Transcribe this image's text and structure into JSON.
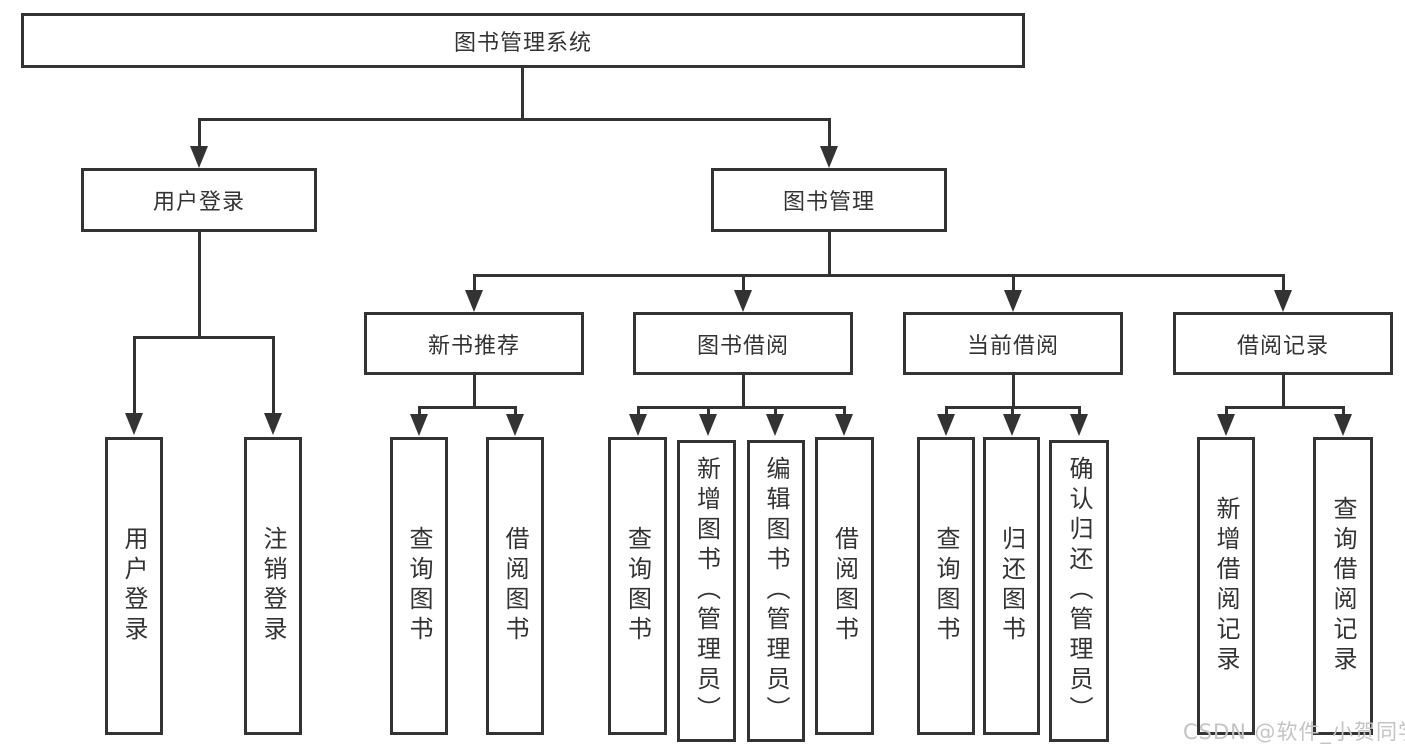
{
  "diagram": {
    "root": {
      "label": "图书管理系统"
    },
    "branches": [
      {
        "label": "用户登录",
        "children": [
          {
            "label": "用户登录"
          },
          {
            "label": "注销登录"
          }
        ]
      },
      {
        "label": "图书管理",
        "children": [
          {
            "label": "新书推荐",
            "children": [
              {
                "label": "查询图书"
              },
              {
                "label": "借阅图书"
              }
            ]
          },
          {
            "label": "图书借阅",
            "children": [
              {
                "label": "查询图书"
              },
              {
                "label": "新增图书（管理员）"
              },
              {
                "label": "编辑图书（管理员）"
              },
              {
                "label": "借阅图书"
              }
            ]
          },
          {
            "label": "当前借阅",
            "children": [
              {
                "label": "查询图书"
              },
              {
                "label": "归还图书"
              },
              {
                "label": "确认归还（管理员）"
              }
            ]
          },
          {
            "label": "借阅记录",
            "children": [
              {
                "label": "新增借阅记录"
              },
              {
                "label": "查询借阅记录"
              }
            ]
          }
        ]
      }
    ],
    "watermark": "CSDN @软件_小贺同学",
    "colors": {
      "line": "#333333",
      "text": "#333333",
      "background": "#ffffff",
      "watermark": "#c4c4c4"
    }
  }
}
